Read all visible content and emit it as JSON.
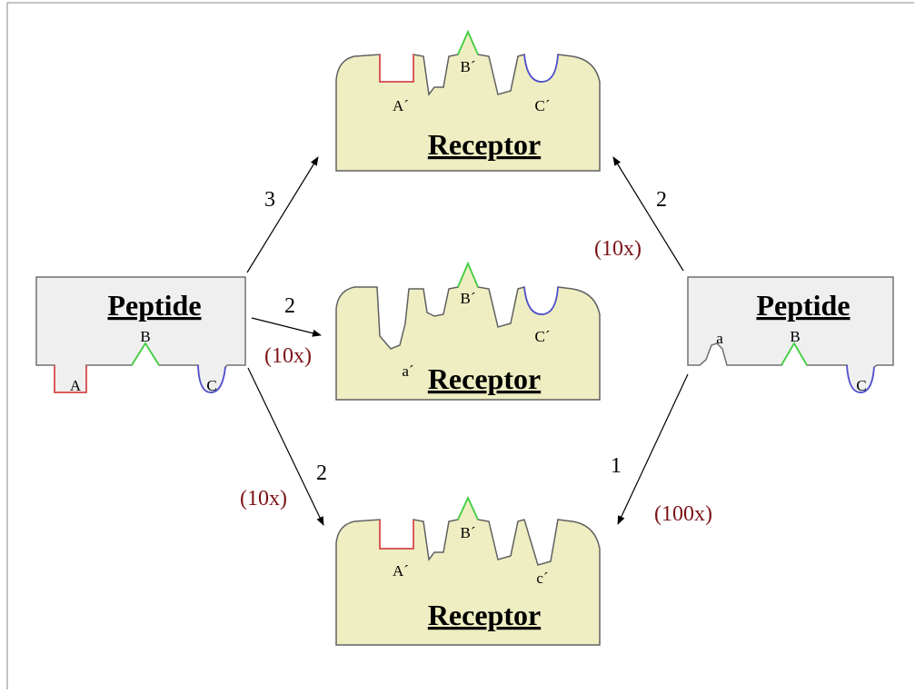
{
  "colors": {
    "receptor_fill": "#eeeec2",
    "peptide_fill": "#efefef",
    "site_a": "#e05050",
    "site_b": "#40d040",
    "site_c": "#5050d0",
    "factor_text": "#7b1116"
  },
  "receptors": [
    {
      "title": "Receptor",
      "site_a": "A´",
      "site_b": "B´",
      "site_c": "C´"
    },
    {
      "title": "Receptor",
      "site_a": "a´",
      "site_b": "B´",
      "site_c": "C´"
    },
    {
      "title": "Receptor",
      "site_a": "A´",
      "site_b": "B´",
      "site_c": "c´"
    }
  ],
  "peptides": [
    {
      "title": "Peptide",
      "site_a": "A",
      "site_b": "B",
      "site_c": "C"
    },
    {
      "title": "Peptide",
      "site_a": "a",
      "site_b": "B",
      "site_c": "C"
    }
  ],
  "arrows": [
    {
      "number": "3",
      "factor": ""
    },
    {
      "number": "2",
      "factor": "(10x)"
    },
    {
      "number": "2",
      "factor": "(10x)"
    },
    {
      "number": "2",
      "factor": "(10x)"
    },
    {
      "number": "1",
      "factor": "(100x)"
    }
  ]
}
